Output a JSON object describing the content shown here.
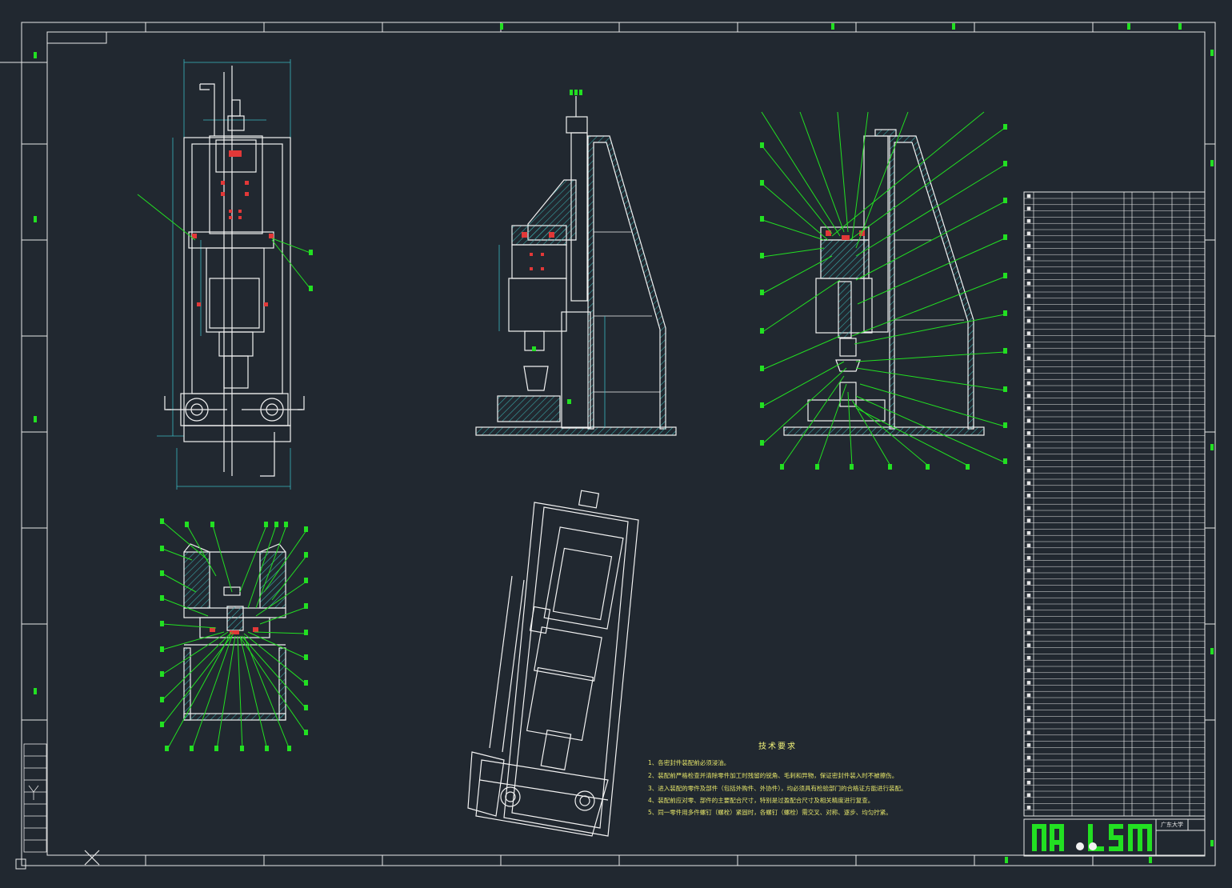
{
  "drawing": {
    "colors": {
      "background": "#212830",
      "frame": "#e8e8e8",
      "geometry": "#f2f2f2",
      "leader": "#22e022",
      "hatch": "#3aa8a8",
      "dimension": "#3ab7c0",
      "hole": "#e23838",
      "note_text": "#e6e66a"
    },
    "tech_requirements": {
      "title": "技术要求",
      "items": [
        "1、各密封件装配前必须浸油。",
        "2、装配前严格检查并清除零件加工时残留的锐角、毛刺和异物，保证密封件装入时不被擦伤。",
        "3、进入装配的零件及部件（包括外购件、外协件），均必须具有检验部门的合格证方能进行装配。",
        "4、装配前应对零、部件的主要配合尺寸，特别是过盈配合尺寸及相关精度进行复查。",
        "5、同一零件用多件螺钉（螺栓）紧固时，各螺钉（螺栓）需交叉、对称、逐步、均匀拧紧。"
      ]
    },
    "title_block": {
      "school": "广东大学"
    }
  }
}
